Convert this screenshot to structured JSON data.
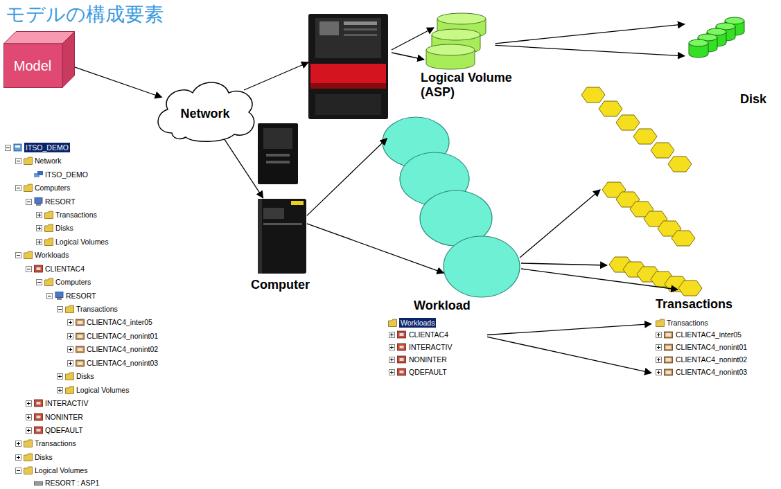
{
  "diagram": {
    "title": "モデルの構成要素",
    "nodes": [
      {
        "text": [
          "Model"
        ]
      },
      {
        "text": [
          "Network"
        ]
      },
      {
        "text": [
          "Logical Volume (ASP)"
        ]
      },
      {
        "text": [
          "Disk"
        ]
      },
      {
        "text": [
          "Computer"
        ]
      },
      {
        "text": [
          "Workload"
        ]
      },
      {
        "text": [
          "Workloads",
          "CLIENTAC4",
          "INTERACTIV",
          "NONINTER",
          "QDEFAULT"
        ]
      },
      {
        "text": [
          "Transactions",
          "Transactions",
          "CLIENTAC4_inter05",
          "CLIENTAC4_nonint01",
          "CLIENTAC4_nonint02",
          "CLIENTAC4_nonint03"
        ]
      }
    ],
    "edges": [
      {
        "from": 0,
        "to": 1,
        "arrow": "to"
      },
      {
        "from": 1,
        "to": 4,
        "arrow": "to"
      },
      {
        "from": 2,
        "to": 3,
        "arrow": "to"
      },
      {
        "from": 2,
        "to": 3,
        "arrow": "to"
      },
      {
        "from": 4,
        "to": 5,
        "arrow": "to"
      },
      {
        "from": 4,
        "to": 5,
        "arrow": "to"
      },
      {
        "from": 6,
        "to": 7,
        "arrow": "to"
      },
      {
        "from": 6,
        "to": 7,
        "arrow": "to"
      }
    ],
    "labels": [
      "ITSO_DEMO",
      "Network",
      "ITSO_DEMO",
      "Computers",
      "RESORT",
      "Transactions",
      "Disks",
      "Logical Volumes",
      "Workloads",
      "CLIENTAC4",
      "Computers",
      "RESORT",
      "Transactions",
      "CLIENTAC4_inter05",
      "CLIENTAC4_nonint01",
      "CLIENTAC4_nonint02",
      "CLIENTAC4_nonint03",
      "Disks",
      "Logical Volumes",
      "INTERACTIV",
      "NONINTER",
      "QDEFAULT",
      "Transactions",
      "Disks",
      "Logical Volumes",
      "RESORT : ASP1"
    ]
  }
}
